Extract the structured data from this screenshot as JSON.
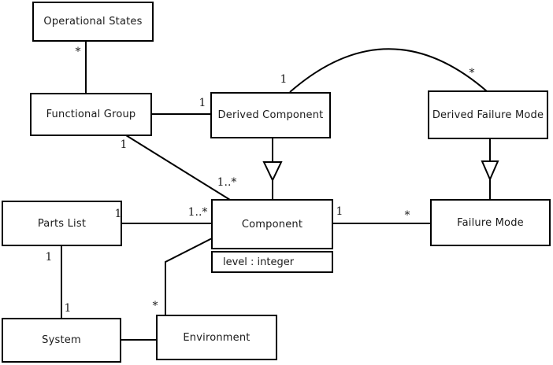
{
  "diagram": {
    "type": "uml-class-diagram",
    "classes": [
      {
        "id": "operational-states",
        "name": "Operational States"
      },
      {
        "id": "functional-group",
        "name": "Functional Group"
      },
      {
        "id": "derived-component",
        "name": "Derived Component"
      },
      {
        "id": "derived-failure-mode",
        "name": "Derived Failure Mode"
      },
      {
        "id": "parts-list",
        "name": "Parts List"
      },
      {
        "id": "component",
        "name": "Component",
        "attributes": [
          "level : integer"
        ]
      },
      {
        "id": "failure-mode",
        "name": "Failure Mode"
      },
      {
        "id": "system",
        "name": "System"
      },
      {
        "id": "environment",
        "name": "Environment"
      }
    ],
    "multiplicities": [
      {
        "id": "m-opstates-fgroup",
        "text": "*"
      },
      {
        "id": "m-fgroup-dcomponent",
        "text": "1"
      },
      {
        "id": "m-fgroup-component-src",
        "text": "1"
      },
      {
        "id": "m-fgroup-component-dst",
        "text": "1..*"
      },
      {
        "id": "m-arc-dcomponent",
        "text": "1"
      },
      {
        "id": "m-arc-dfailuremode",
        "text": "*"
      },
      {
        "id": "m-partslist-component-src",
        "text": "1"
      },
      {
        "id": "m-partslist-component-dst",
        "text": "1..*"
      },
      {
        "id": "m-component-failuremode-src",
        "text": "1"
      },
      {
        "id": "m-component-failuremode-dst",
        "text": "*"
      },
      {
        "id": "m-partslist-system-src",
        "text": "1"
      },
      {
        "id": "m-partslist-system-dst",
        "text": "1"
      },
      {
        "id": "m-environment-component",
        "text": "*"
      }
    ],
    "colors": {
      "line": "#000000",
      "box_fill": "#ffffff",
      "text": "#1a1a1a",
      "background": "#ffffff"
    }
  }
}
